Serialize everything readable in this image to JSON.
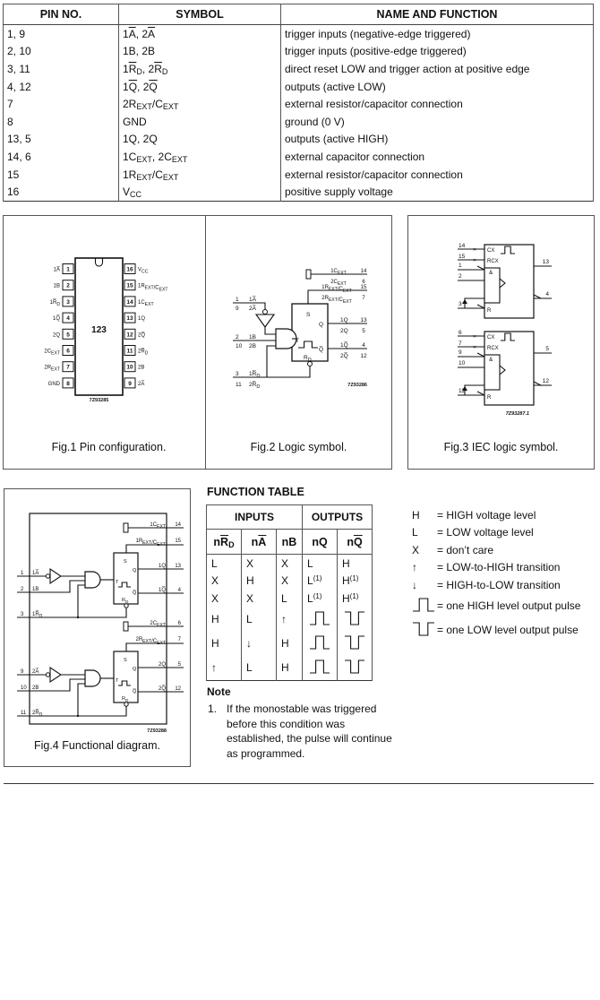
{
  "pin_table": {
    "headers": [
      "PIN NO.",
      "SYMBOL",
      "NAME AND FUNCTION"
    ],
    "rows": [
      {
        "pin": "1, 9",
        "symbol_html": "1<span class='ov'>A</span>, 2<span class='ov'>A</span>",
        "function": "trigger inputs (negative-edge triggered)"
      },
      {
        "pin": "2, 10",
        "symbol_html": "1B, 2B",
        "function": "trigger inputs (positive-edge triggered)"
      },
      {
        "pin": "3, 11",
        "symbol_html": "1<span class='ov'>R</span><sub>D</sub>, 2<span class='ov'>R</span><sub>D</sub>",
        "function": "direct reset LOW and trigger action at positive edge"
      },
      {
        "pin": "4, 12",
        "symbol_html": "1<span class='ov'>Q</span>, 2<span class='ov'>Q</span>",
        "function": "outputs (active LOW)"
      },
      {
        "pin": "7",
        "symbol_html": "2R<sub>EXT</sub>/C<sub>EXT</sub>",
        "function": "external resistor/capacitor connection"
      },
      {
        "pin": "8",
        "symbol_html": "GND",
        "function": "ground (0 V)"
      },
      {
        "pin": "13, 5",
        "symbol_html": "1Q, 2Q",
        "function": "outputs (active HIGH)"
      },
      {
        "pin": "14, 6",
        "symbol_html": "1C<sub>EXT</sub>, 2C<sub>EXT</sub>",
        "function": "external capacitor connection"
      },
      {
        "pin": "15",
        "symbol_html": "1R<sub>EXT</sub>/C<sub>EXT</sub>",
        "function": "external resistor/capacitor connection"
      },
      {
        "pin": "16",
        "symbol_html": "V<sub>CC</sub>",
        "function": "positive supply voltage"
      }
    ]
  },
  "fig1": {
    "caption": "Fig.1  Pin configuration.",
    "chip_label": "123",
    "code": "7Z93285",
    "left_pins": [
      {
        "num": "1",
        "name_html": "1<tspan class='ov'>A</tspan>"
      },
      {
        "num": "2",
        "name_html": "1B"
      },
      {
        "num": "3",
        "name_html": "1R_D"
      },
      {
        "num": "4",
        "name_html": "1Q̅"
      },
      {
        "num": "5",
        "name_html": "2Q"
      },
      {
        "num": "6",
        "name_html": "2C_EXT"
      },
      {
        "num": "7",
        "name_html": "2R_EXT/C_EXT"
      },
      {
        "num": "8",
        "name_html": "GND"
      }
    ],
    "right_pins": [
      {
        "num": "16",
        "name": "VCC"
      },
      {
        "num": "15",
        "name": "1REXT/CEXT"
      },
      {
        "num": "14",
        "name": "1CEXT"
      },
      {
        "num": "13",
        "name": "1Q"
      },
      {
        "num": "12",
        "name": "2Q̅"
      },
      {
        "num": "11",
        "name": "2R̅D"
      },
      {
        "num": "10",
        "name": "2B"
      },
      {
        "num": "9",
        "name": "2A̅"
      }
    ]
  },
  "fig2": {
    "caption": "Fig.2  Logic symbol.",
    "code": "7Z93286",
    "labels": {
      "cext_top": "1CEXT",
      "cext_top_pin": "14",
      "cext_bot": "2CEXT",
      "cext_bot_pin": "6",
      "rext_top": "1REXT/CEXT",
      "rext_top_pin": "15",
      "rext_bot": "2REXT/CEXT",
      "rext_bot_pin": "7",
      "a_top_pin": "1",
      "a_top": "1A̅",
      "a_bot_pin": "9",
      "a_bot": "2A̅",
      "b_top_pin": "2",
      "b_top": "1B",
      "b_bot_pin": "10",
      "b_bot": "2B",
      "r_top_pin": "3",
      "r_top": "1R̅D",
      "r_bot_pin": "11",
      "r_bot": "2R̅D",
      "q_top": "1Q",
      "q_top_pin": "13",
      "q_bot": "2Q",
      "q_bot_pin": "5",
      "qn_top": "1Q̅",
      "qn_top_pin": "4",
      "qn_bot": "2Q̅",
      "qn_bot_pin": "12",
      "s": "S",
      "q": "Q",
      "t": "T",
      "qn": "Q̅",
      "rd": "RD"
    }
  },
  "fig3": {
    "caption": "Fig.3  IEC logic symbol.",
    "code": "7Z93287.1",
    "blocks": [
      {
        "cx_pin": "14",
        "rcx_pin": "15",
        "a_pin": "1",
        "b_pin": "2",
        "r_pin": "3",
        "q_pin": "13",
        "qn_pin": "4"
      },
      {
        "cx_pin": "6",
        "rcx_pin": "7",
        "a_pin": "9",
        "b_pin": "10",
        "r_pin": "11",
        "q_pin": "5",
        "qn_pin": "12"
      }
    ],
    "labels": {
      "cx": "CX",
      "rcx": "RCX",
      "and": "&",
      "r": "R"
    }
  },
  "fig4": {
    "caption": "Fig.4  Functional diagram.",
    "code": "7Z93288",
    "channels": [
      {
        "cext": "1CEXT",
        "cext_pin": "14",
        "rext": "1REXT/CEXT",
        "rext_pin": "15",
        "q": "1Q",
        "q_pin": "13",
        "qn": "1Q̅",
        "qn_pin": "4",
        "a_pin": "1",
        "a": "1A̅",
        "b_pin": "2",
        "b": "1B",
        "r_pin": "3",
        "r": "1R̅D"
      },
      {
        "cext": "2CEXT",
        "cext_pin": "6",
        "rext": "2REXT/CEXT",
        "rext_pin": "7",
        "q": "2Q",
        "q_pin": "5",
        "qn": "2Q̅",
        "qn_pin": "12",
        "a_pin": "9",
        "a": "2A̅",
        "b_pin": "10",
        "b": "2B",
        "r_pin": "11",
        "r": "2R̅D"
      }
    ]
  },
  "function_table": {
    "title": "FUNCTION TABLE",
    "group_headers": [
      "INPUTS",
      "OUTPUTS"
    ],
    "column_headers_html": [
      "n<span class='ov'>R</span><sub>D</sub>",
      "n<span class='ov'>A</span>",
      "nB",
      "nQ",
      "n<span class='ov'>Q</span>"
    ],
    "rows": [
      [
        "L",
        "X",
        "X",
        "L",
        "H"
      ],
      [
        "X",
        "H",
        "X",
        "L(1)",
        "H(1)"
      ],
      [
        "X",
        "X",
        "L",
        "L(1)",
        "H(1)"
      ],
      [
        "H",
        "L",
        "↑",
        "pulse-high",
        "pulse-low"
      ],
      [
        "H",
        "↓",
        "H",
        "pulse-high",
        "pulse-low"
      ],
      [
        "↑",
        "L",
        "H",
        "pulse-high",
        "pulse-low"
      ]
    ]
  },
  "legend": [
    {
      "symbol": "H",
      "text": "= HIGH voltage level"
    },
    {
      "symbol": "L",
      "text": "= LOW voltage level"
    },
    {
      "symbol": "X",
      "text": "=  don’t care"
    },
    {
      "symbol": "↑",
      "text": "= LOW-to-HIGH transition"
    },
    {
      "symbol": "↓",
      "text": "= HIGH-to-LOW transition"
    },
    {
      "symbol": "pulse-high",
      "text": "= one HIGH level output pulse"
    },
    {
      "symbol": "pulse-low",
      "text": "= one LOW level output pulse"
    }
  ],
  "note": {
    "title": "Note",
    "items": [
      {
        "num": "1.",
        "text": "If the monostable was triggered before this condition was established, the pulse will continue as programmed."
      }
    ]
  }
}
